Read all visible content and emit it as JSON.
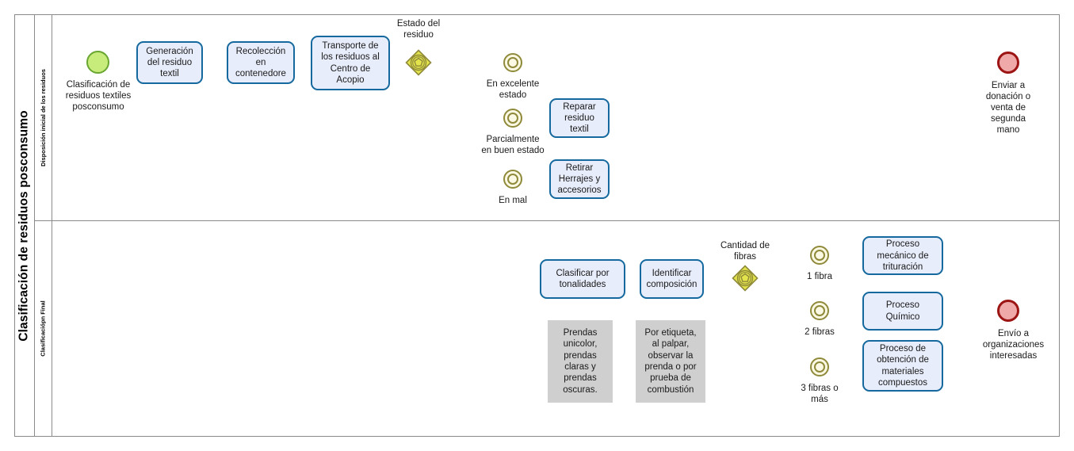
{
  "pool": {
    "title": "Clasificación de residuos posconsumo",
    "lanes": [
      {
        "id": "lane-disposicion",
        "title": "Disposición inicial de los residuos"
      },
      {
        "id": "lane-clasificacion",
        "title": "Clasificaciópn Final"
      }
    ]
  },
  "top_lane": {
    "start_event": {
      "label": "Clasificación de\nresiduos textiles\nposconsumo"
    },
    "tasks": [
      {
        "id": "task-generacion",
        "label": "Generación\ndel residuo\ntextil"
      },
      {
        "id": "task-recoleccion",
        "label": "Recolección\nen\ncontenedore"
      },
      {
        "id": "task-transporte",
        "label": "Transporte de\nlos residuos al\nCentro de\nAcopio"
      },
      {
        "id": "task-reparar",
        "label": "Reparar\nresiduo\ntextil"
      },
      {
        "id": "task-retirar",
        "label": "Retirar\nHerrajes y\naccesorios"
      }
    ],
    "gateway": {
      "id": "gateway-estado",
      "label": "Estado del\nresiduo",
      "type": "complex"
    },
    "branches": [
      {
        "id": "branch-excelente",
        "label": "En excelente\nestado"
      },
      {
        "id": "branch-parcial",
        "label": "Parcialmente\nen buen estado"
      },
      {
        "id": "branch-mal",
        "label": "En mal"
      }
    ],
    "end_event": {
      "label": "Enviar a\ndonación o\nventa de\nsegunda\nmano"
    }
  },
  "bottom_lane": {
    "tasks": [
      {
        "id": "task-clasificar",
        "label": "Clasificar por\ntonalidades"
      },
      {
        "id": "task-identificar",
        "label": "Identificar\ncomposición"
      },
      {
        "id": "task-mecanico",
        "label": "Proceso\nmecánico de\ntrituración"
      },
      {
        "id": "task-quimico",
        "label": "Proceso\nQuímico"
      },
      {
        "id": "task-compuestos",
        "label": "Proceso de\nobtención de\nmateriales\ncompuestos"
      }
    ],
    "annotations": [
      {
        "id": "anno-tonalidades",
        "text": "Prendas\nunicolor,\nprendas\nclaras y\nprendas\noscuras."
      },
      {
        "id": "anno-composicion",
        "text": "Por etiqueta,\nal palpar,\nobservar la\nprenda o por\nprueba de\ncombustión"
      }
    ],
    "gateway": {
      "id": "gateway-fibras",
      "label": "Cantidad de\nfibras",
      "type": "complex"
    },
    "branches": [
      {
        "id": "branch-1fibra",
        "label": "1 fibra"
      },
      {
        "id": "branch-2fibras",
        "label": "2 fibras"
      },
      {
        "id": "branch-3fibras",
        "label": "3 fibras o\nmás"
      }
    ],
    "end_event": {
      "label": "Envío a\norganizaciones\ninteresadas"
    }
  },
  "colors": {
    "task_fill": "#e8edfb",
    "task_stroke": "#15699e",
    "start_fill": "#c8ec7c",
    "start_stroke": "#6aa632",
    "end_fill": "#f0a9a9",
    "end_stroke": "#9c1414",
    "intermediate_fill": "#fbf8e3",
    "intermediate_stroke": "#8f8a3a",
    "gateway_fill": "#e3e34b",
    "gateway_stroke": "#8f8a3a",
    "annotation_fill": "#cfcfcf",
    "pool_stroke": "#8a8a8a",
    "connector": "#000000"
  }
}
